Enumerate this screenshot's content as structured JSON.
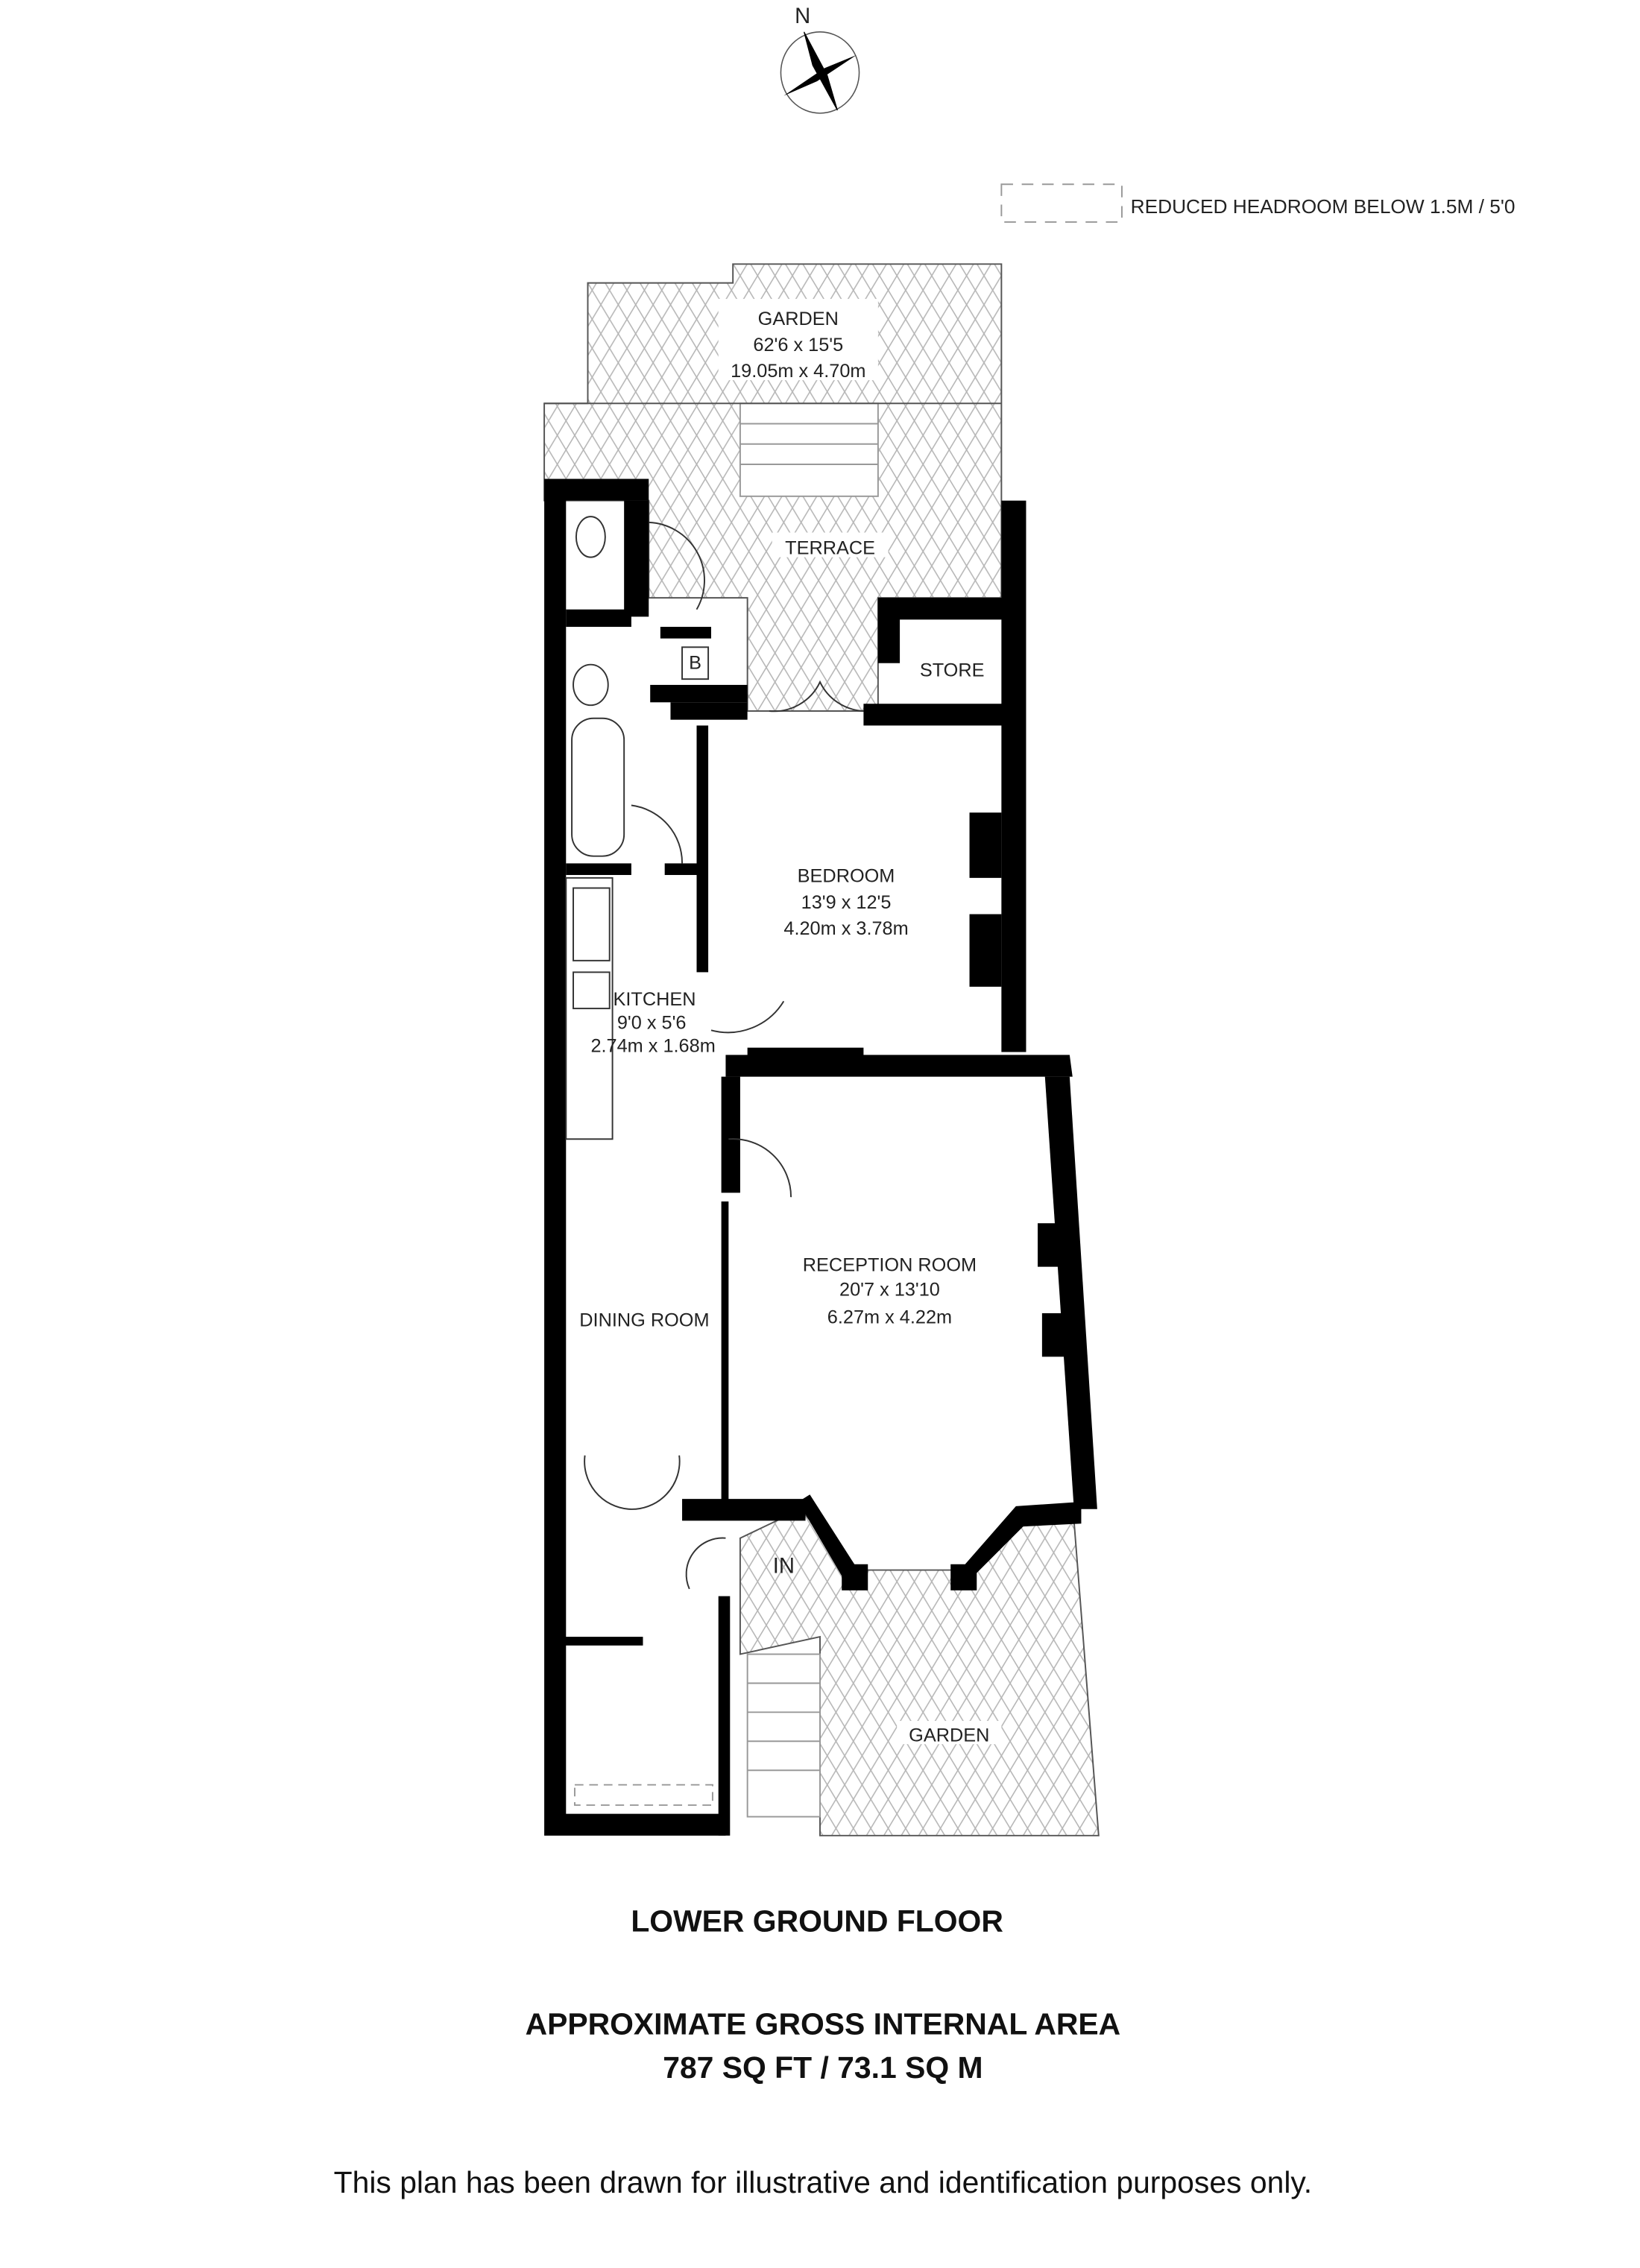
{
  "compass": {
    "north_label": "N",
    "icon": "compass-rose-icon"
  },
  "legend": {
    "reduced_headroom": "REDUCED HEADROOM BELOW 1.5M / 5'0"
  },
  "rooms": {
    "garden_rear": {
      "name": "GARDEN",
      "imperial": "62'6 x 15'5",
      "metric": "19.05m x 4.70m"
    },
    "terrace": {
      "name": "TERRACE"
    },
    "store": {
      "name": "STORE"
    },
    "boiler": {
      "name": "B"
    },
    "bedroom": {
      "name": "BEDROOM",
      "imperial": "13'9 x 12'5",
      "metric": "4.20m x 3.78m"
    },
    "kitchen": {
      "name": "KITCHEN",
      "imperial": "9'0 x 5'6",
      "metric": "2.74m x 1.68m"
    },
    "reception": {
      "name": "RECEPTION ROOM",
      "imperial": "20'7 x 13'10",
      "metric": "6.27m x 4.22m"
    },
    "dining": {
      "name": "DINING ROOM"
    },
    "entrance": {
      "name": "IN"
    },
    "garden_front": {
      "name": "GARDEN"
    }
  },
  "floor_title": "LOWER GROUND FLOOR",
  "area": {
    "label": "APPROXIMATE GROSS INTERNAL AREA",
    "value": "787 SQ FT / 73.1 SQ M"
  },
  "disclaimer": "This plan has been drawn for illustrative and identification purposes only.",
  "colors": {
    "wall": "#000000",
    "hatch": "#b0b0b0"
  }
}
